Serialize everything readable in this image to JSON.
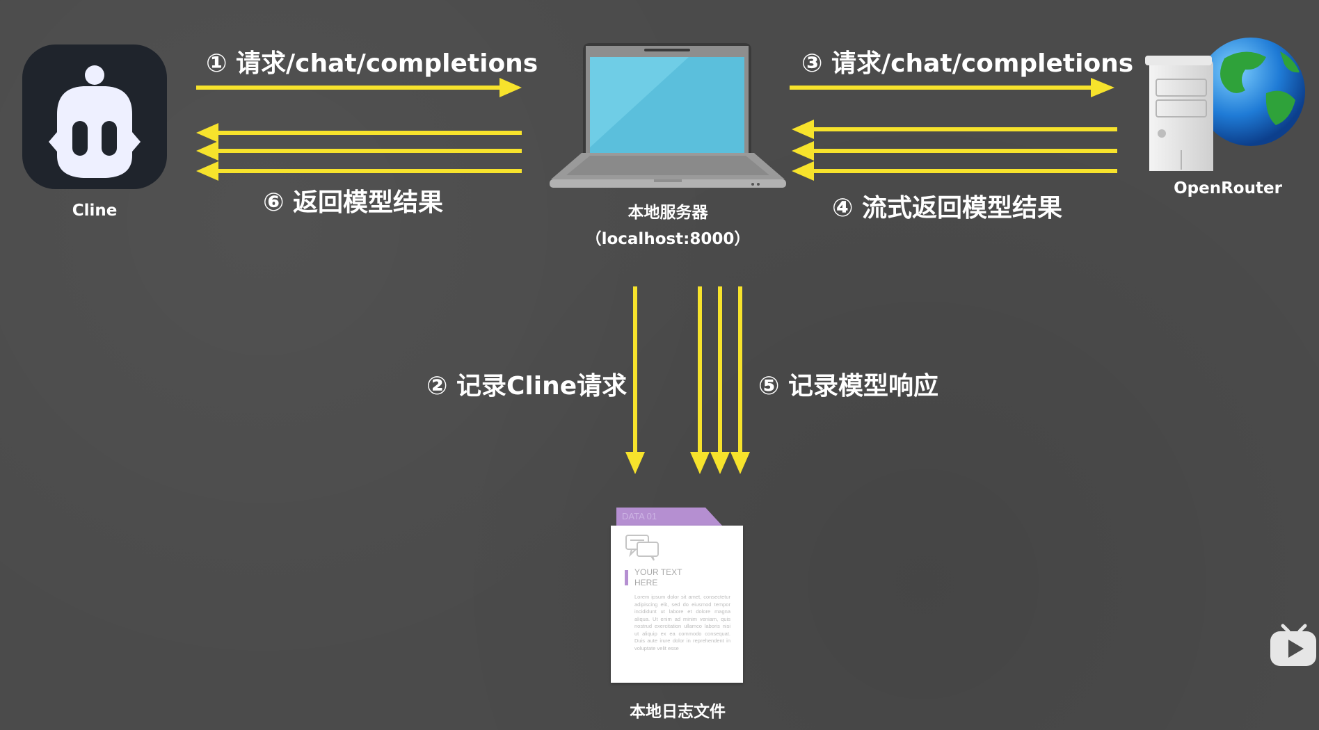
{
  "nodes": {
    "cline": {
      "label": "Cline",
      "icon": "cline-robot-icon"
    },
    "server": {
      "label": "本地服务器",
      "sublabel": "（localhost:8000）",
      "icon": "laptop-icon"
    },
    "openrouter": {
      "label": "OpenRouter",
      "icon": "server-globe-icon"
    },
    "logfile": {
      "label": "本地日志文件",
      "icon": "document-icon",
      "tab_text": "DATA 01",
      "heading": "YOUR TEXT HERE",
      "body": "Lorem ipsum dolor sit amet, consectetur adipiscing elit, sed do eiusmod tempor incididunt ut labore et dolore magna aliqua. Ut enim ad minim veniam, quis nostrud exercitation ullamco laboris nisi ut aliquip ex ea commodo consequat. Duis aute irure dolor in reprehendent in voluptate velit esse"
    }
  },
  "steps": [
    {
      "label": "① 请求/chat/completions"
    },
    {
      "label": "② 记录Cline请求"
    },
    {
      "label": "③ 请求/chat/completions"
    },
    {
      "label": "④ 流式返回模型结果"
    },
    {
      "label": "⑤ 记录模型响应"
    },
    {
      "label": "⑥ 返回模型结果"
    }
  ],
  "colors": {
    "background": "#4b4b4b",
    "arrow": "#f7e32c",
    "text": "#ffffff",
    "doc_accent": "#b58fd1"
  },
  "watermark": {
    "icon": "bilibili-tv-icon"
  }
}
